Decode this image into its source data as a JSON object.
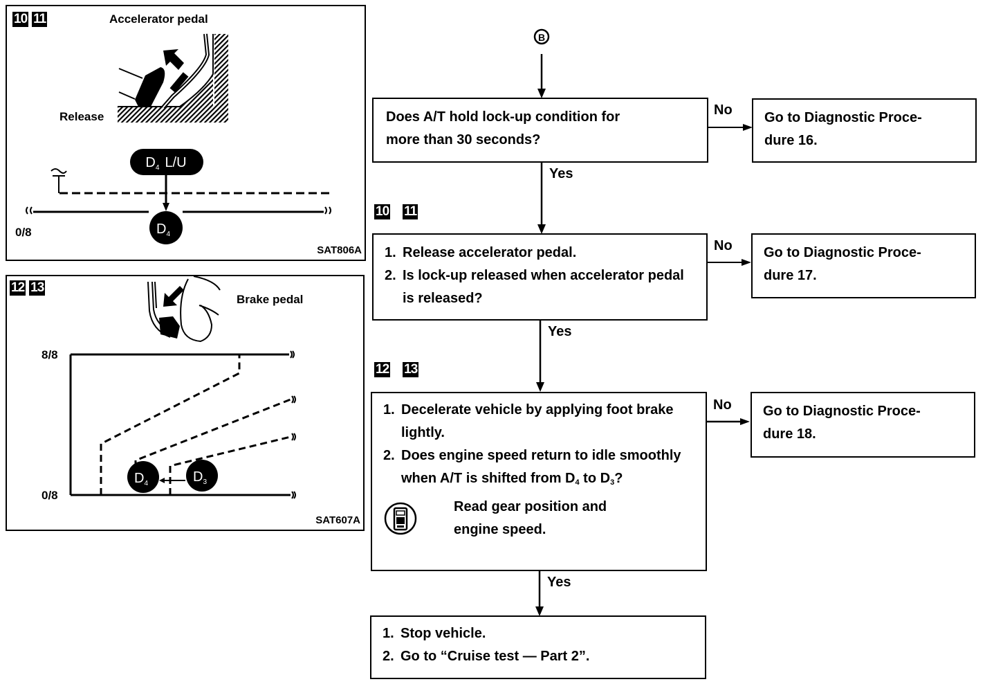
{
  "figure_left_top": {
    "step_tags": [
      "10",
      "11"
    ],
    "title": "Accelerator pedal",
    "release_label": "Release",
    "lockup_badge": "D4 L/U",
    "lockup_badge_main": "D",
    "lockup_badge_sub": "4",
    "lockup_badge_suffix": "L/U",
    "gear_badge_main": "D",
    "gear_badge_sub": "4",
    "axis_label": "0/8",
    "figure_code": "SAT806A"
  },
  "figure_left_bottom": {
    "step_tags": [
      "12",
      "13"
    ],
    "title": "Brake pedal",
    "axis_top_label": "8/8",
    "axis_bottom_label": "0/8",
    "gear_left_main": "D",
    "gear_left_sub": "4",
    "gear_right_main": "D",
    "gear_right_sub": "3",
    "figure_code": "SAT607A"
  },
  "flowchart": {
    "entry_connector": "B",
    "step_tags_2": [
      "10",
      "11"
    ],
    "step_tags_3": [
      "12",
      "13"
    ],
    "yes_label": "Yes",
    "no_label": "No",
    "box1": {
      "text_line1": "Does A/T hold lock-up condition for",
      "text_line2": "more than 30 seconds?"
    },
    "box1_no": {
      "line1": "Go to Diagnostic Proce-",
      "line2": "dure 16."
    },
    "box2": {
      "items": [
        {
          "num": "1.",
          "text": "Release accelerator pedal."
        },
        {
          "num": "2.",
          "text": "Is lock-up released when accelerator pedal is released?"
        }
      ]
    },
    "box2_no": {
      "line1": "Go to Diagnostic Proce-",
      "line2": "dure 17."
    },
    "box3": {
      "item1_num": "1.",
      "item1_text": "Decelerate vehicle by applying foot brake lightly.",
      "item2_num": "2.",
      "item2_text_a": "Does engine speed return to idle smoothly when A/T is shifted from D",
      "item2_sub_a": "4",
      "item2_text_b": " to D",
      "item2_sub_b": "3",
      "item2_text_c": "?",
      "note_icon": "consult-tester-icon",
      "note_line1": "Read gear position and",
      "note_line2": "engine speed."
    },
    "box3_no": {
      "line1": "Go to Diagnostic Proce-",
      "line2": "dure 18."
    },
    "box4": {
      "items": [
        {
          "num": "1.",
          "text": "Stop vehicle."
        },
        {
          "num": "2.",
          "text": "Go to “Cruise test — Part 2”."
        }
      ]
    }
  }
}
